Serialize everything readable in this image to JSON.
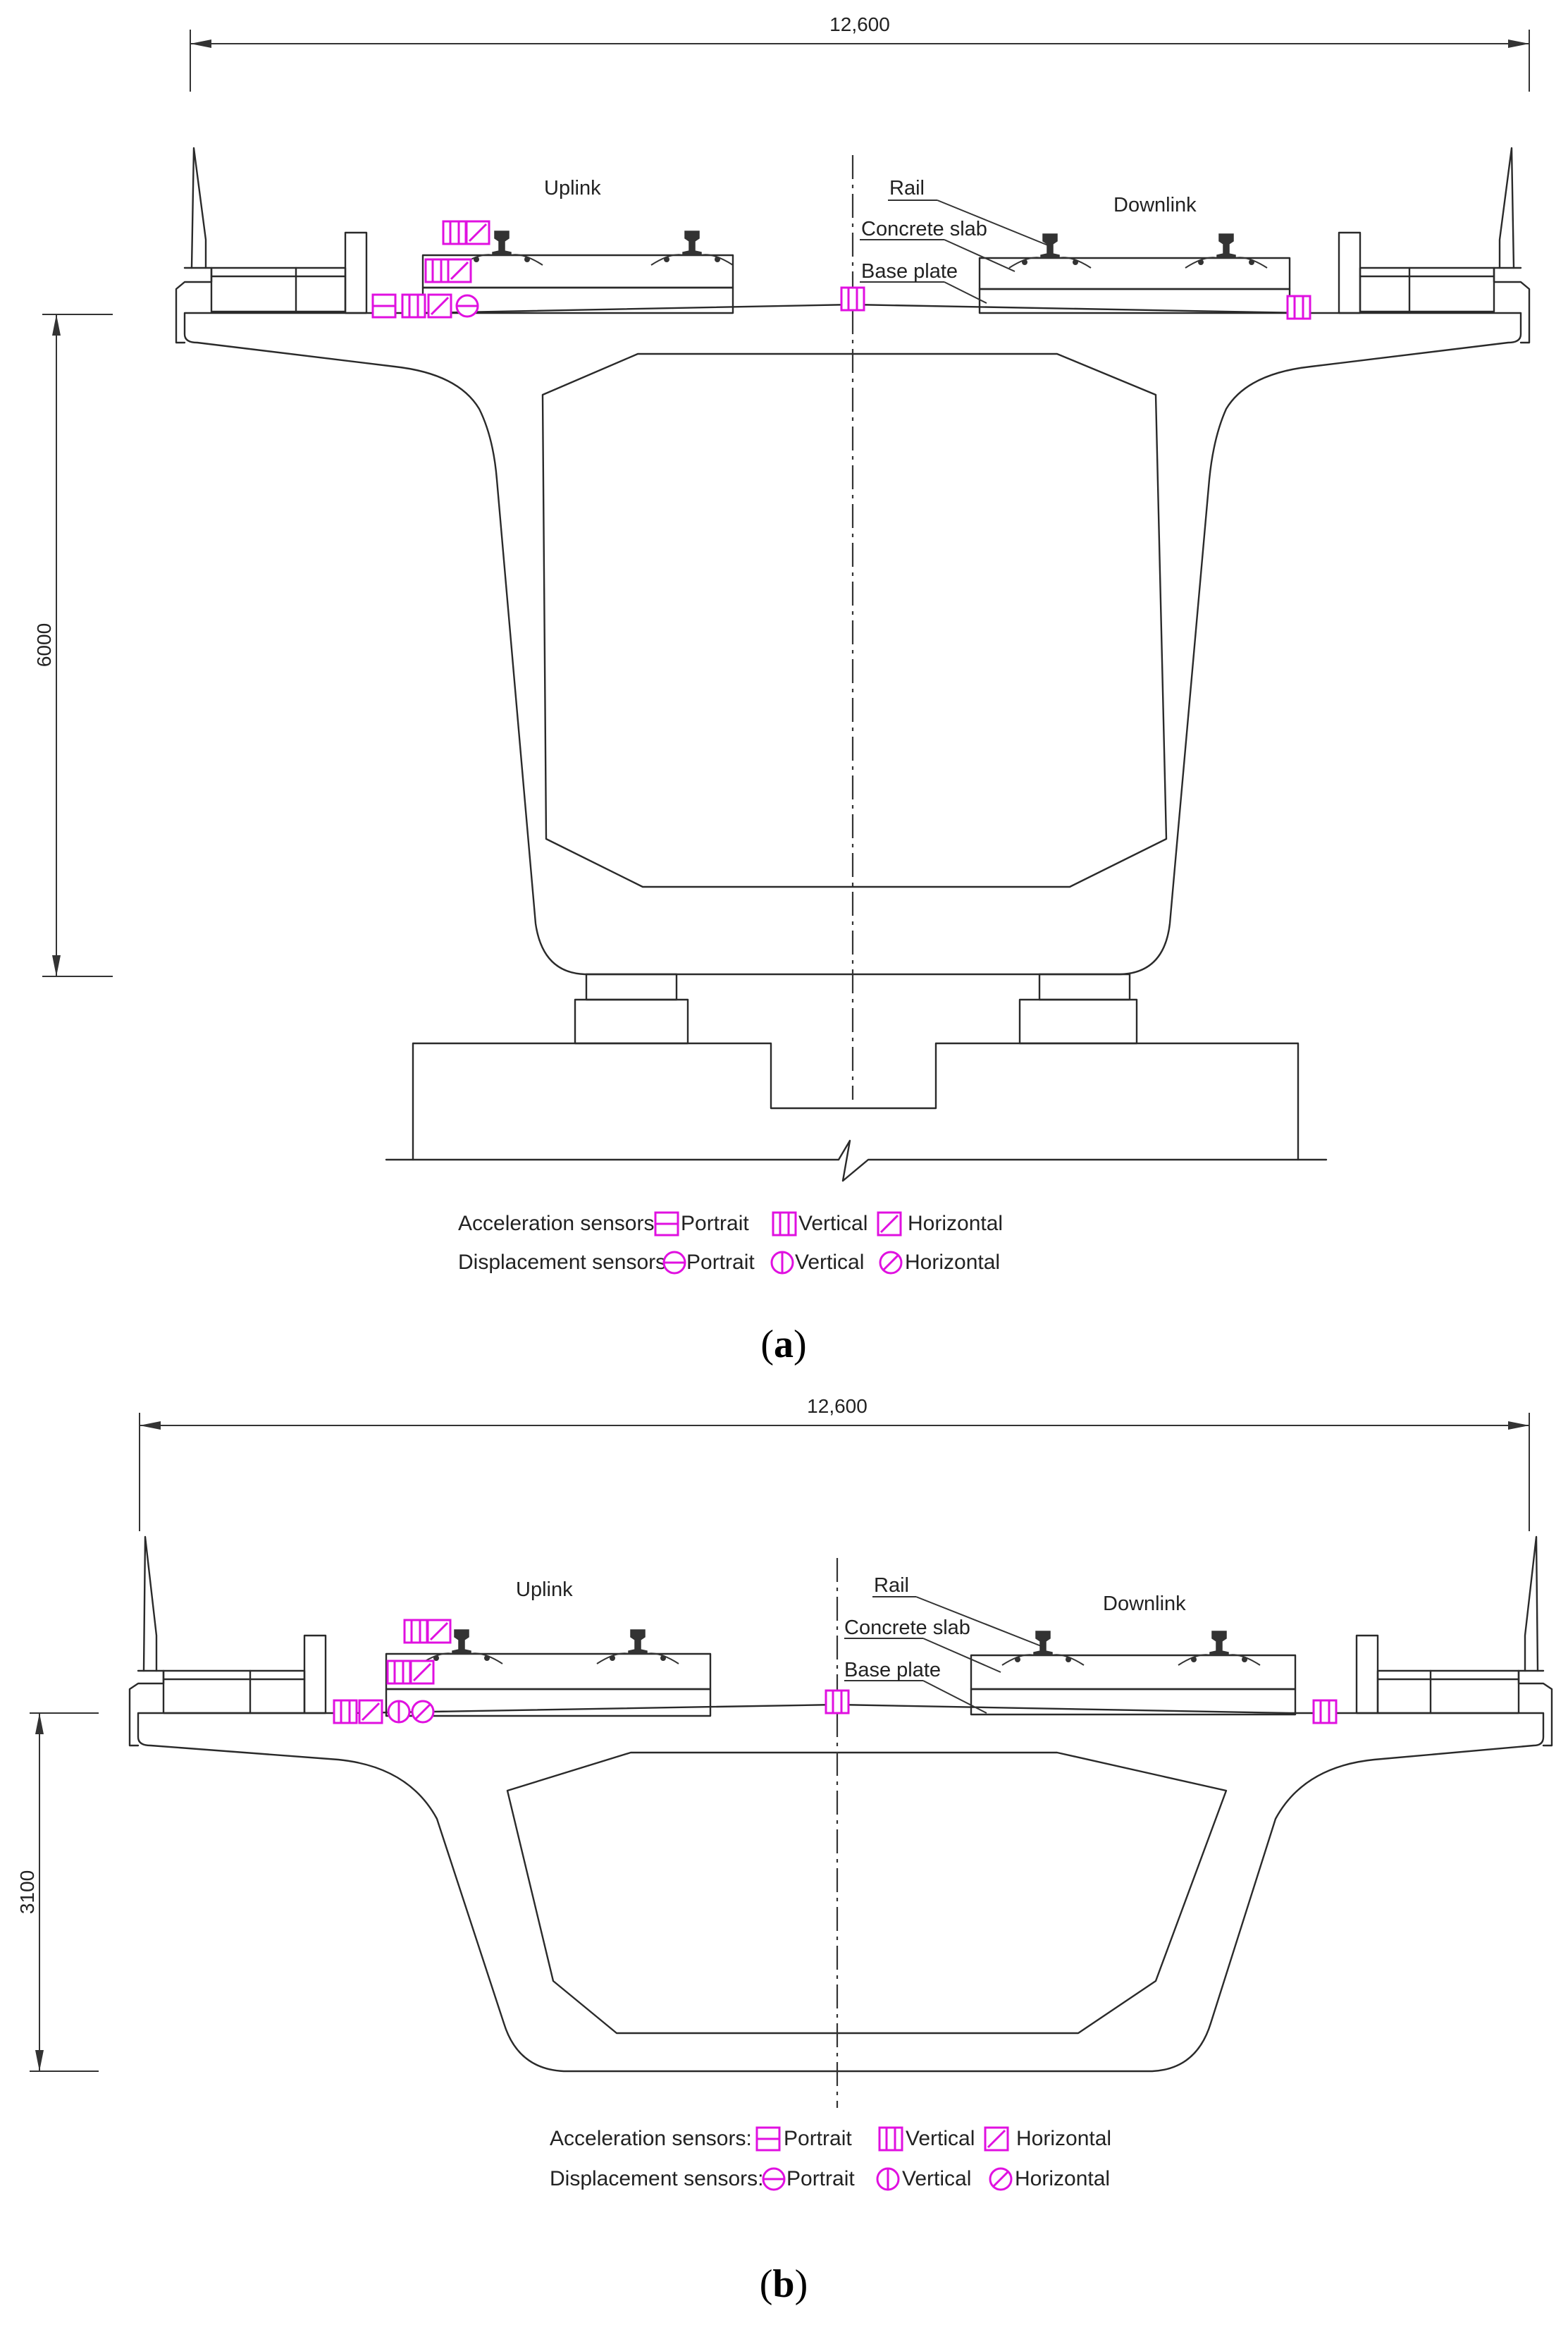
{
  "figure_a": {
    "caption_open": "(",
    "caption_letter": "a",
    "caption_close": ")",
    "width_dim": "12,600",
    "height_dim": "6000",
    "uplink": "Uplink",
    "downlink": "Downlink",
    "rail": "Rail",
    "concrete_slab": "Concrete slab",
    "base_plate": "Base plate",
    "legend": {
      "accel_title": "Acceleration sensors:",
      "disp_title": "Displacement sensors:",
      "portrait": "Portrait",
      "vertical": "Vertical",
      "horizontal": "Horizontal"
    }
  },
  "figure_b": {
    "caption_open": "(",
    "caption_letter": "b",
    "caption_close": ")",
    "width_dim": "12,600",
    "height_dim": "3100",
    "uplink": "Uplink",
    "downlink": "Downlink",
    "rail": "Rail",
    "concrete_slab": "Concrete slab",
    "base_plate": "Base plate",
    "legend": {
      "accel_title": "Acceleration sensors:",
      "disp_title": "Displacement sensors:",
      "portrait": "Portrait",
      "vertical": "Vertical",
      "horizontal": "Horizontal"
    }
  },
  "colors": {
    "sensor": "#e010e0",
    "drawing": "#2a2a2a"
  },
  "icons": [
    "accel-portrait-icon",
    "accel-vertical-icon",
    "accel-horizontal-icon",
    "disp-portrait-icon",
    "disp-vertical-icon",
    "disp-horizontal-icon",
    "rail-icon"
  ]
}
